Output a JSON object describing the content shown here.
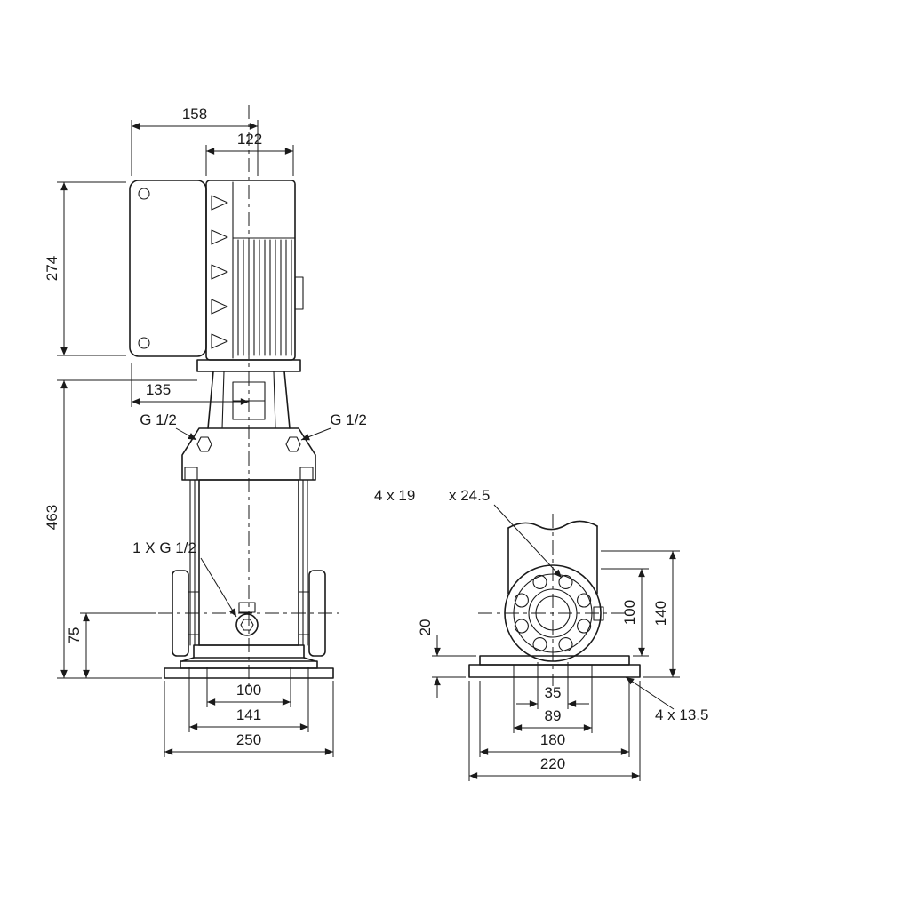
{
  "colors": {
    "line": "#1a1a1a",
    "background": "#ffffff"
  },
  "front_view": {
    "dim_width_total": "158",
    "dim_width_motor": "122",
    "dim_height_motor": "274",
    "dim_width_terminal_box": "135",
    "dim_height_pump": "463",
    "dim_height_port": "75",
    "dim_port_width": "100",
    "dim_flange_width": "141",
    "dim_base_width": "250",
    "label_plug_left": "G 1/2",
    "label_plug_right": "G 1/2",
    "label_drain": "1 X G 1/2"
  },
  "side_view": {
    "label_flange_holes": "4 x 19",
    "label_flange_holes_2": "x 24.5",
    "dim_height_100": "100",
    "dim_height_140": "140",
    "dim_base_height": "20",
    "dim_width_35": "35",
    "dim_width_89": "89",
    "dim_width_180": "180",
    "dim_width_220": "220",
    "label_base_holes": "4 x 13.5"
  }
}
